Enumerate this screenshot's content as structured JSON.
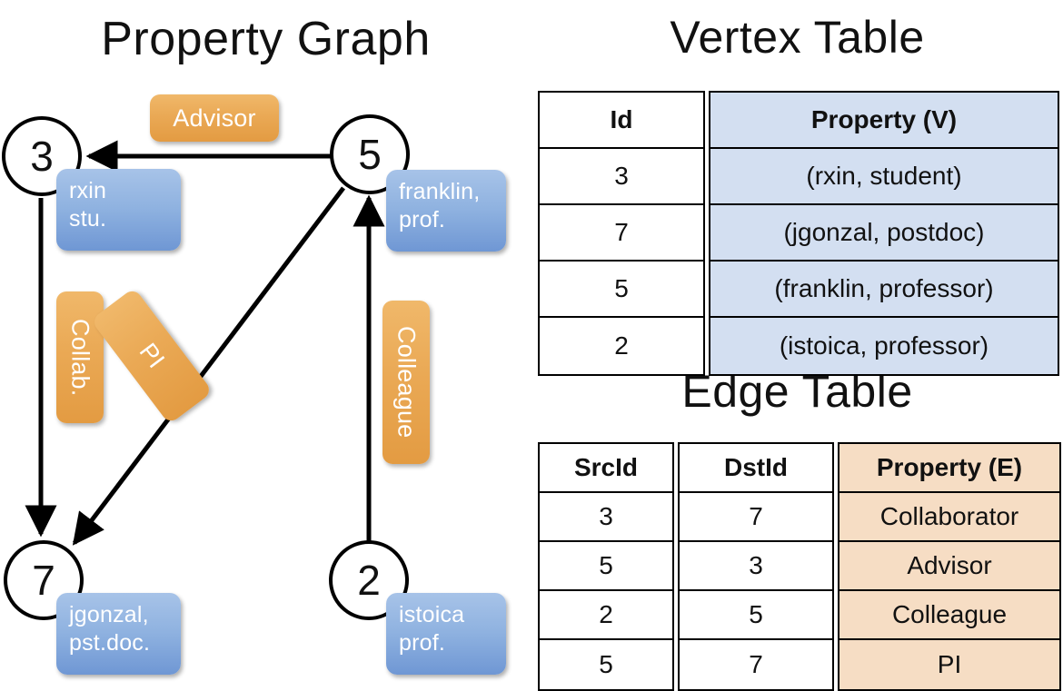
{
  "titles": {
    "property_graph": "Property Graph",
    "vertex_table": "Vertex Table",
    "edge_table": "Edge Table"
  },
  "colors": {
    "vertex_property_fill": "#d3dff1",
    "edge_property_fill": "#f6ddc4",
    "vertex_box_blue": "#8fb2e0",
    "edge_box_orange": "#eaa955",
    "stroke": "#000000",
    "background": "#ffffff"
  },
  "graph": {
    "nodes": [
      {
        "id": "3",
        "property_lines": [
          "rxin",
          "stu."
        ]
      },
      {
        "id": "5",
        "property_lines": [
          "franklin,",
          "prof."
        ]
      },
      {
        "id": "7",
        "property_lines": [
          "jgonzal,",
          "pst.doc."
        ]
      },
      {
        "id": "2",
        "property_lines": [
          "istoica",
          "prof."
        ]
      }
    ],
    "edge_labels": [
      {
        "label": "Advisor",
        "from": "5",
        "to": "3"
      },
      {
        "label": "Collab.",
        "from": "3",
        "to": "7"
      },
      {
        "label": "PI",
        "from": "5",
        "to": "7"
      },
      {
        "label": "Colleague",
        "from": "2",
        "to": "5"
      }
    ]
  },
  "vertex_table": {
    "headers": [
      "Id",
      "Property (V)"
    ],
    "rows": [
      [
        "3",
        "(rxin, student)"
      ],
      [
        "7",
        "(jgonzal, postdoc)"
      ],
      [
        "5",
        "(franklin, professor)"
      ],
      [
        "2",
        "(istoica, professor)"
      ]
    ]
  },
  "edge_table": {
    "headers": [
      "SrcId",
      "DstId",
      "Property (E)"
    ],
    "rows": [
      [
        "3",
        "7",
        "Collaborator"
      ],
      [
        "5",
        "3",
        "Advisor"
      ],
      [
        "2",
        "5",
        "Colleague"
      ],
      [
        "5",
        "7",
        "PI"
      ]
    ]
  }
}
